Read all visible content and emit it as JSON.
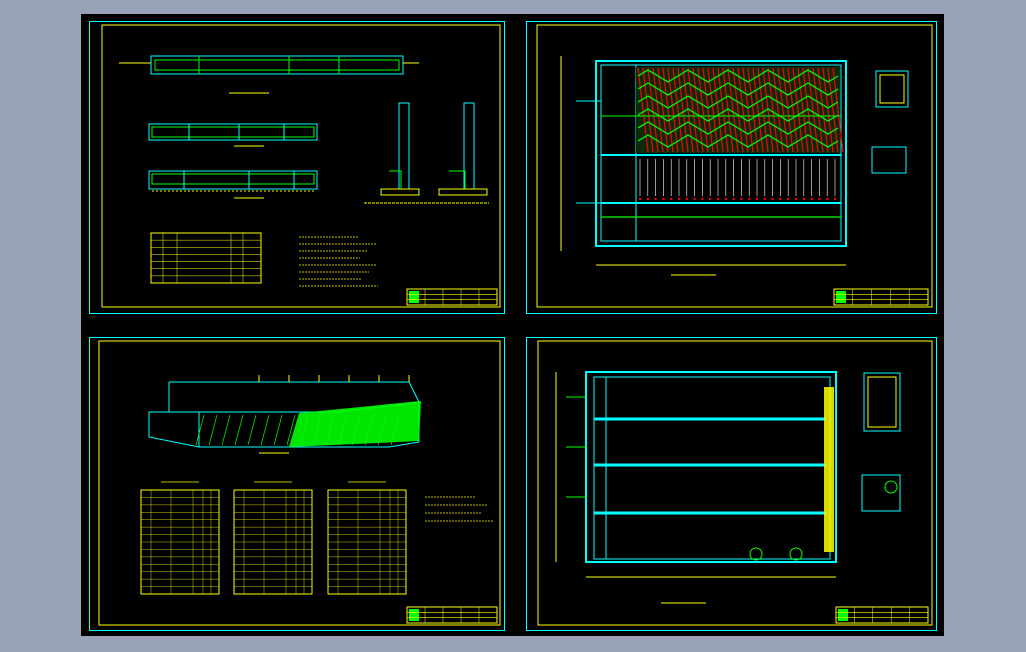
{
  "viewer": {
    "background_color": "#99a3b8",
    "canvas_color": "#000000"
  },
  "palette": {
    "frame": "#ffff00",
    "wall": "#00ffff",
    "fill": "#00ff00",
    "hatch": "#ff0000",
    "text": "#ffff00",
    "white": "#ffffff"
  },
  "sheets": [
    {
      "id": "sheet-1",
      "content": "sections-and-notes"
    },
    {
      "id": "sheet-2",
      "content": "plan-with-media-hatch"
    },
    {
      "id": "sheet-3",
      "content": "isometric-and-tables"
    },
    {
      "id": "sheet-4",
      "content": "plan-channels"
    }
  ]
}
